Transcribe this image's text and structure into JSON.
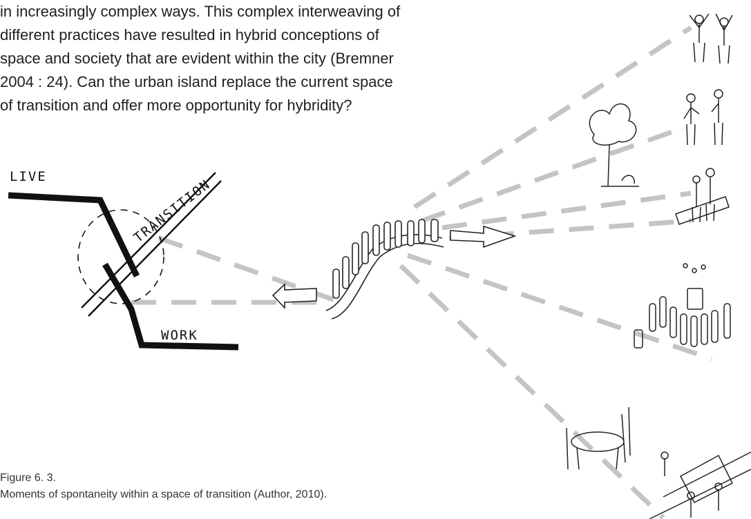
{
  "paragraph": {
    "lines": [
      "in increasingly complex ways. This complex interweaving of",
      "different practices have resulted in hybrid conceptions of",
      "space and society that are evident within the city (Bremner",
      "2004 : 24). Can the urban island replace the current space",
      "of transition and offer more opportunity for hybridity?"
    ]
  },
  "diagram": {
    "labels": {
      "live": "LIVE",
      "transition": "TRANSITION",
      "work": "WORK"
    }
  },
  "caption": {
    "figure_number": "Figure 6. 3.",
    "text": "Moments of spontaneity within a space of transition (Author, 2010)."
  },
  "colors": {
    "ink": "#111111",
    "dash": "#c4c4c4",
    "text": "#1f1f1f"
  }
}
